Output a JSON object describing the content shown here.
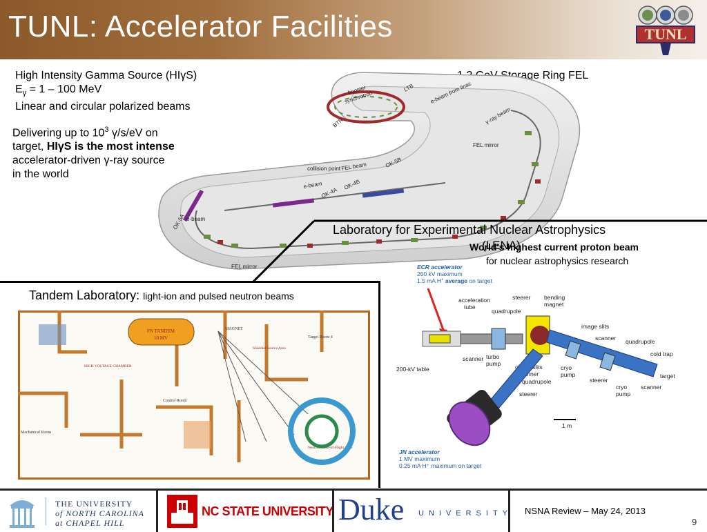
{
  "slide": {
    "title": "TUNL: Accelerator Facilities"
  },
  "higs": {
    "line1": "High Intensity Gamma Source (HIγS)",
    "line2_prefix": "E",
    "line2_sub": "γ",
    "line2_rest": " = 1 – 100 MeV",
    "line3": "Linear and circular polarized beams"
  },
  "delivering": {
    "l1_a": "Delivering up to 10",
    "l1_sup": "3",
    "l1_b": " γ/s/eV on",
    "l2_a": "target, ",
    "l2_bold": "HIγS is the most intense",
    "l3": "accelerator-driven γ-ray source",
    "l4": "in the world"
  },
  "storage_ring": {
    "title": "1.2 GeV Storage Ring FEL",
    "labels": {
      "booster": "booster",
      "synchrotron": "synchrotron",
      "ltb": "LTB",
      "ebeam_linac": "e-beam from linac",
      "btr": "BTR",
      "gamma_beam": "γ-ray beam",
      "fel_mirror_top": "FEL mirror",
      "collision_point": "collision point",
      "fel_beam": "FEL beam",
      "ok5b": "OK-5B",
      "ebeam1": "e-beam",
      "ok4a": "OK-4A",
      "ok4b": "OK-4B",
      "ebeam2": "e-beam",
      "ok5a": "OK-5A",
      "fel_mirror_bottom": "FEL mirror"
    }
  },
  "lena": {
    "title_l1": "Laboratory for Experimental Nuclear Astrophysics",
    "title_l2": "(LENA)",
    "bold_line": "World's highest current proton beam",
    "sub_line": "for nuclear astrophysics research",
    "ecr": {
      "title": "ECR accelerator",
      "l1": "200 kV maximum",
      "l2_a": "1.5 mA H",
      "l2_sup": "+",
      "l2_b": " average",
      "l2_c": " on target"
    },
    "jn": {
      "title": "JN accelerator",
      "l1": "1 MV maximum",
      "l2": "0.25 mA H⁺ maximum on target"
    },
    "labels": {
      "accel_tube": "acceleration",
      "accel_tube2": "tube",
      "steerer_top": "steerer",
      "bending": "bending",
      "magnet": "magnet",
      "quadrupole_top": "quadrupole",
      "image_slits": "image slits",
      "scanner_top": "scanner",
      "quadrupole_right": "quadrupole",
      "cold_trap": "cold trap",
      "target": "target",
      "scanner_left": "scanner",
      "turbo": "turbo",
      "pump": "pump",
      "object_slits": "object slits",
      "scanner_mid": "scanner",
      "cryo": "cryo",
      "cryo_pump": "pump",
      "steerer_mid": "steerer",
      "cryo2": "cryo",
      "pump2": "pump",
      "scanner_right": "scanner",
      "table": "200-kV table",
      "quadrupole_low": "quadrupole",
      "steerer_low": "steerer",
      "scale": "1 m"
    }
  },
  "tandem": {
    "title": "Tandem Laboratory:",
    "subtitle": "light-ion and pulsed neutron beams",
    "labels": {
      "fn_tandem": "FN TANDEM",
      "fn_mv": "10 MV",
      "target_room": "Target Room 4",
      "control_room": "Control Room",
      "mechanical": "Mechanical Room",
      "magnet": "MAGNET",
      "shielded": "Shielded Source Area",
      "high_voltage": "HIGH VOLTAGE CHAMBER",
      "neutron": "Neutron Time-of-Flight Area"
    }
  },
  "footer": {
    "unc_l1": "THE UNIVERSITY",
    "unc_l2": "of NORTH CAROLINA",
    "unc_l3": "at CHAPEL HILL",
    "ncsu": "NC STATE UNIVERSITY",
    "duke": "Duke",
    "duke_univ": "UNIVERSITY",
    "note": "NSNA Review – May 24, 2013",
    "page": "9"
  },
  "colors": {
    "title_bar": "#8c5a2a",
    "ncsu_red": "#cc0000",
    "duke_blue": "#1f3f8f",
    "unc_blue": "#7bafd4",
    "ecr_label_blue": "#1f5fb0"
  }
}
